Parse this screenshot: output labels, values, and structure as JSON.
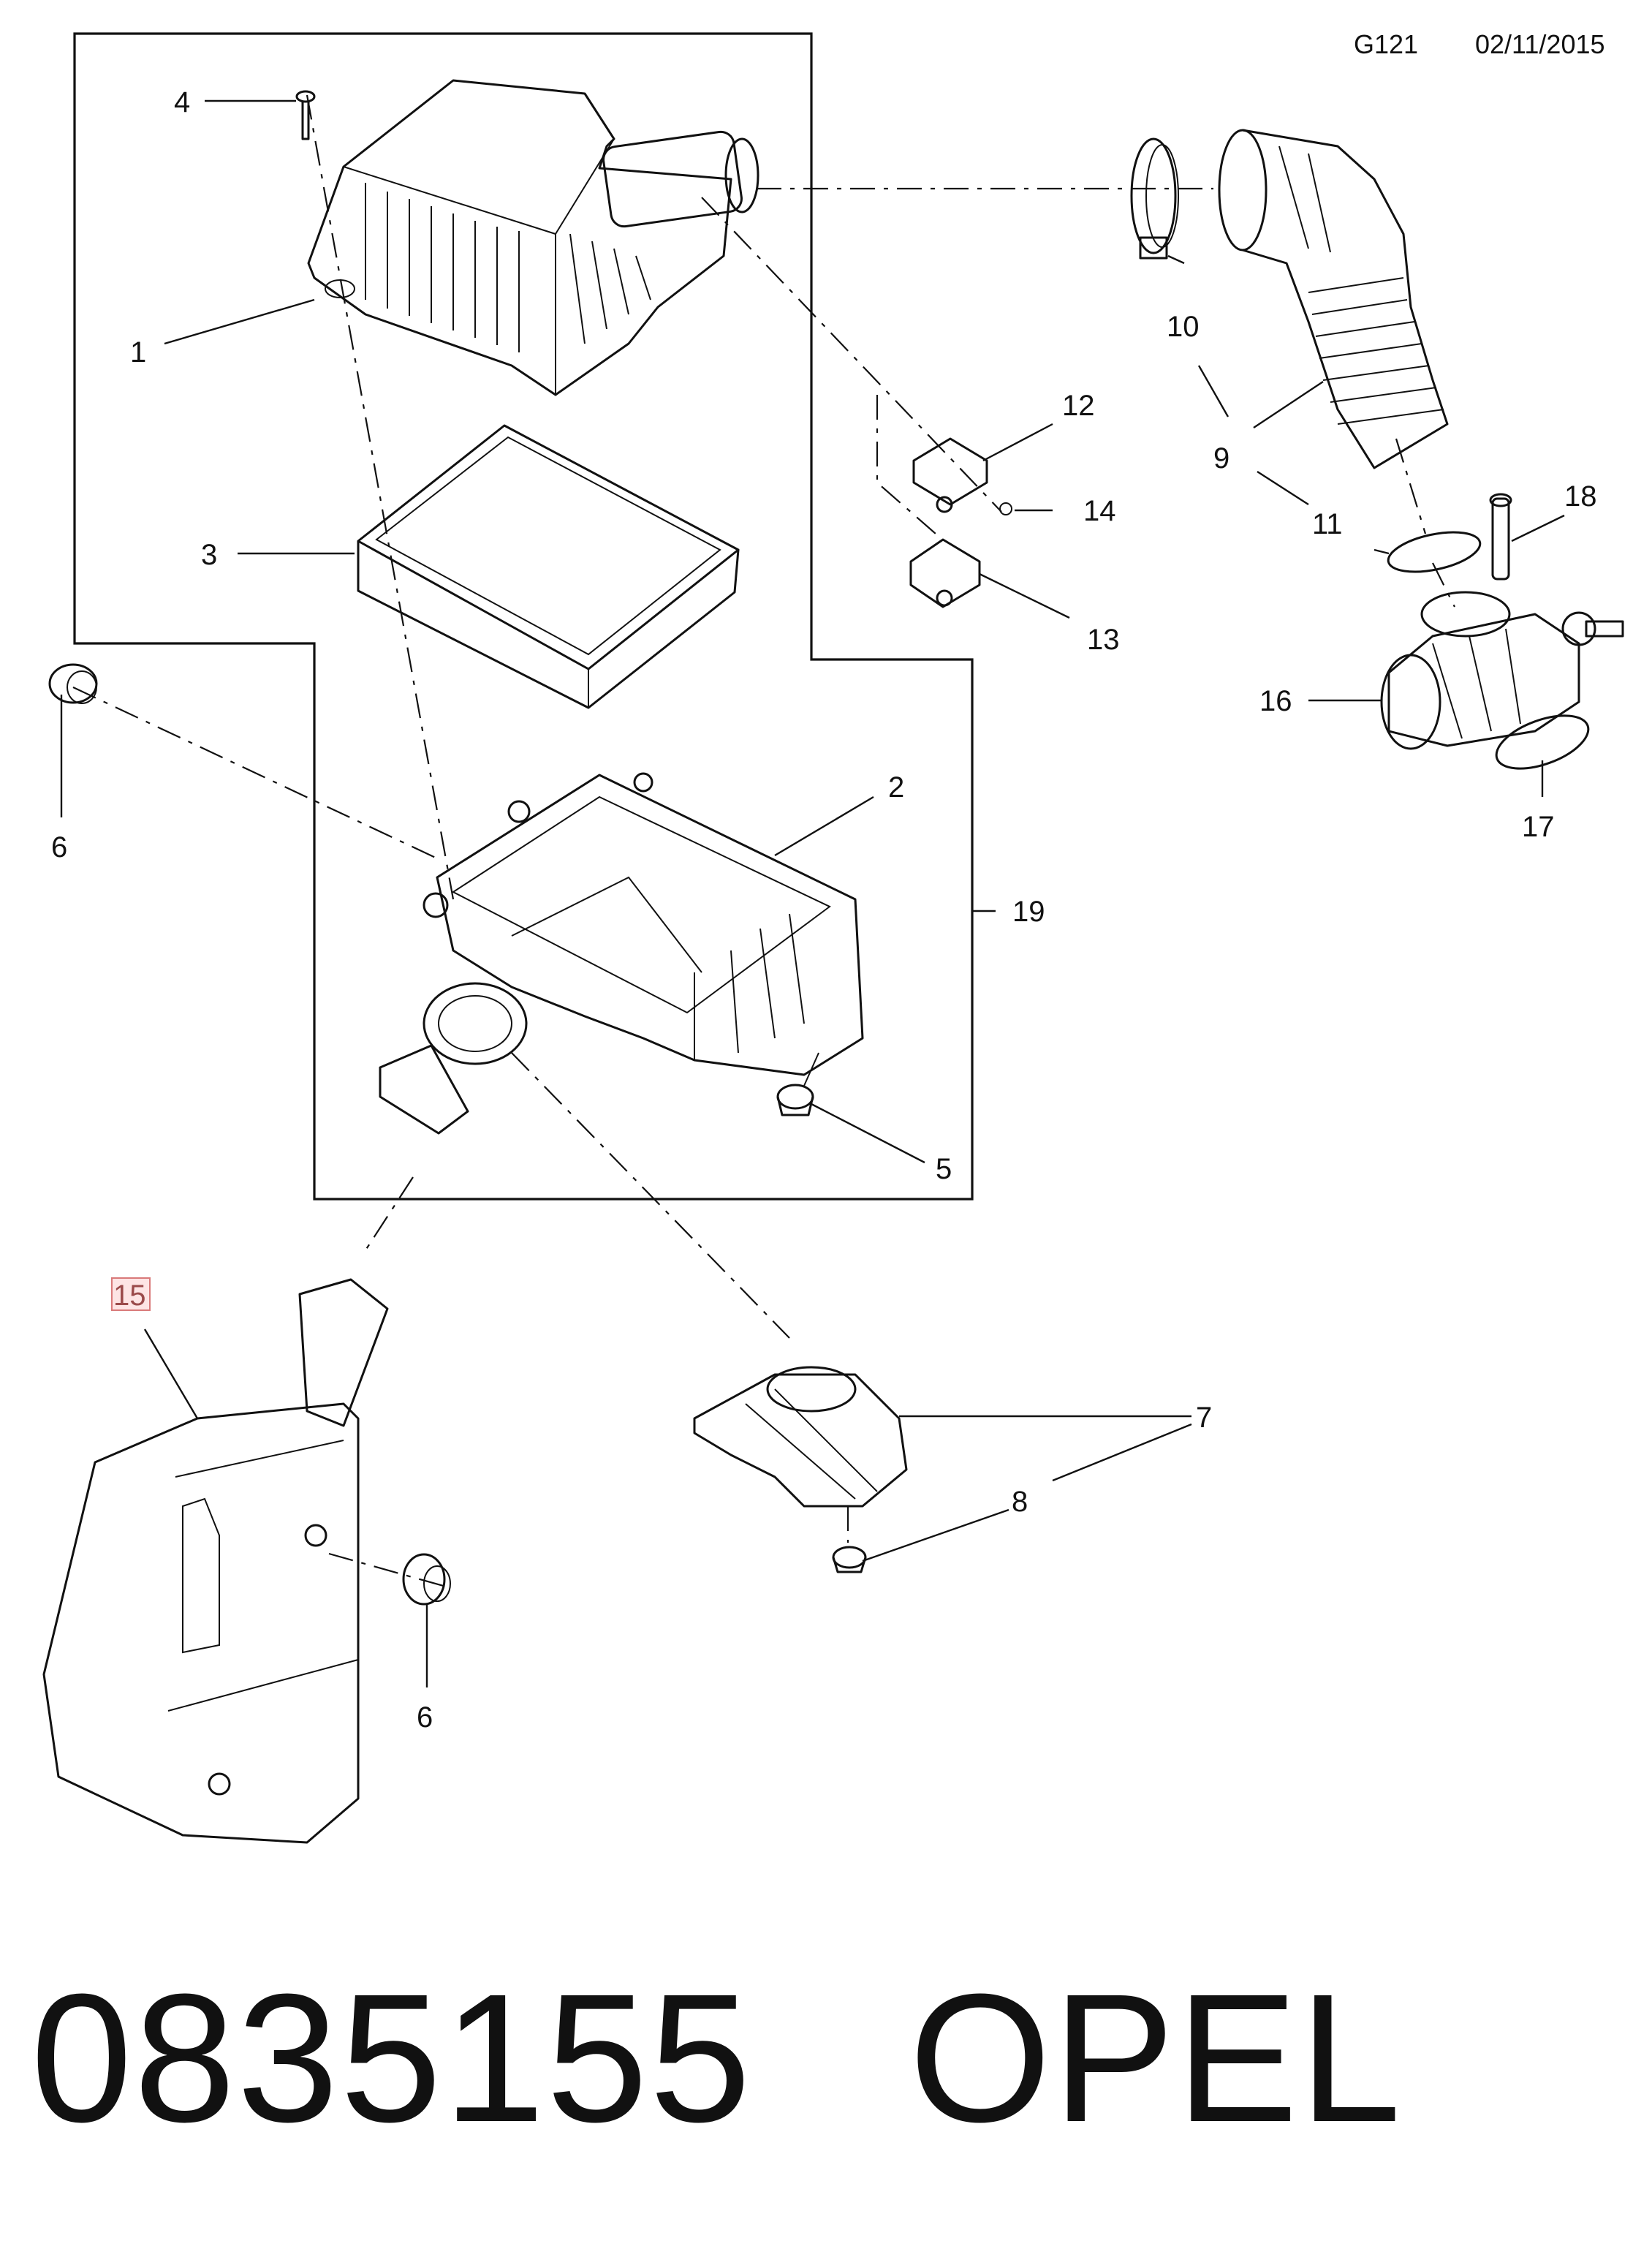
{
  "header": {
    "code": "G121",
    "date": "02/11/2015"
  },
  "callouts": {
    "c1": "1",
    "c2": "2",
    "c3": "3",
    "c4": "4",
    "c5": "5",
    "c6a": "6",
    "c6b": "6",
    "c7": "7",
    "c8": "8",
    "c9": "9",
    "c10": "10",
    "c11": "11",
    "c12": "12",
    "c13": "13",
    "c14": "14",
    "c15": "15",
    "c16": "16",
    "c17": "17",
    "c18": "18",
    "c19": "19"
  },
  "footer": {
    "part_number": "0835155",
    "brand": "OPEL"
  }
}
